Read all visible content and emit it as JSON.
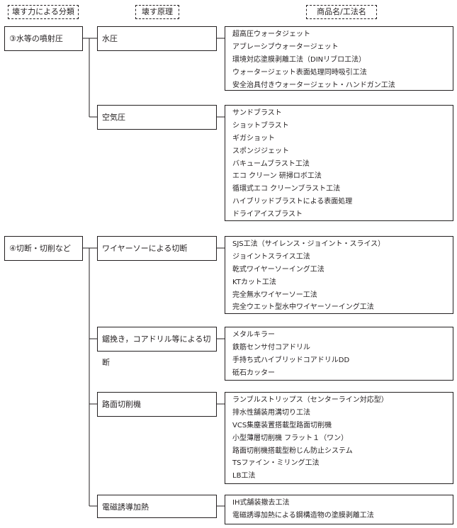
{
  "headers": {
    "category": "壊す力による分類",
    "principle": "壊す原理",
    "product": "商品名/工法名"
  },
  "groups": [
    {
      "category": "③水等の噴射圧",
      "principles": [
        {
          "label": "水圧",
          "methods": [
            "超高圧ウォータジェット",
            "アブレーシブウォータージェット",
            "環境対応塗膜剥離工法（DINリブロ工法）",
            "ウォータージェット表面処理同時吸引工法",
            "安全治具付きウォータージェット・ハンドガン工法"
          ]
        },
        {
          "label": "空気圧",
          "methods": [
            "サンドブラスト",
            "ショットブラスト",
            "ギガショット",
            "スポンジジェット",
            "バキュームブラスト工法",
            "エコ クリーン 研掃ロボ工法",
            "循環式エコ クリーンブラスト工法",
            "ハイブリッドブラストによる表面処理",
            "ドライアイスブラスト"
          ]
        }
      ]
    },
    {
      "category": "④切断・切削など",
      "principles": [
        {
          "label": "ワイヤーソーによる切断",
          "methods": [
            "SJS工法（サイレンス・ジョイント・スライス）",
            "ジョイントスライス工法",
            "乾式ワイヤーソーイング工法",
            "KTカット工法",
            "完全無水ワイヤーソー工法",
            "完全ウエット型水中ワイヤーソーイング工法"
          ]
        },
        {
          "label": "鋸挽き，コアドリル等による切断",
          "methods": [
            "メタルキラー",
            "鉄筋センサ付コアドリル",
            "手持ち式ハイブリッドコアドリルDD",
            "砥石カッター"
          ]
        },
        {
          "label": "路面切削機",
          "methods": [
            "ランブルストリップス（センターライン対応型）",
            "排水性舗装用溝切り工法",
            "VCS集塵装置搭載型路面切削機",
            "小型薄層切削機 フラット１（ワン）",
            "路面切削機搭載型粉じん防止システム",
            "TSファイン・ミリング工法",
            "LB工法"
          ]
        },
        {
          "label": "電磁誘導加熱",
          "methods": [
            "IH式舗装撤去工法",
            "電磁誘導加熱による鋼構造物の塗膜剥離工法"
          ]
        }
      ]
    }
  ]
}
